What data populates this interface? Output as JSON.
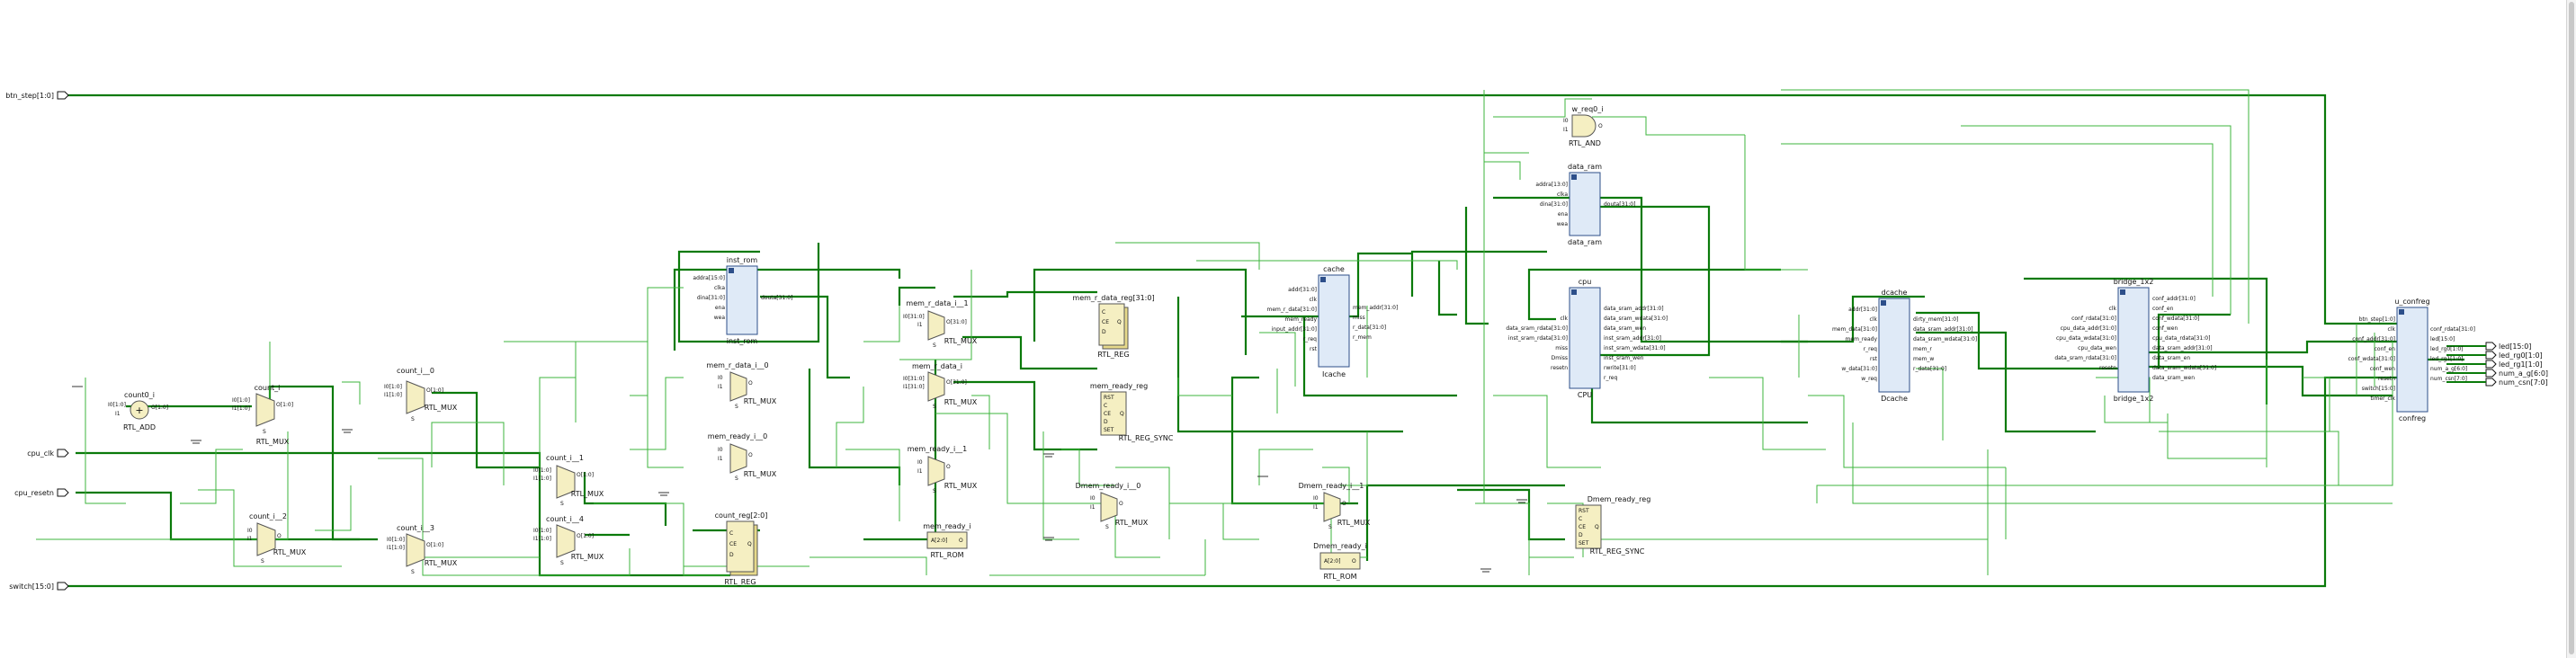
{
  "colors": {
    "wire_bus": "#0a7a0a",
    "wire_net": "#3cb43c",
    "block_fill": "#dfeaf7",
    "block_stroke": "#2d4f8a",
    "prim_fill": "#f5efc2",
    "prim_stroke": "#555555",
    "port_fill": "#ffffff"
  },
  "ports": {
    "btn_step": "btn_step[1:0]",
    "cpu_clk": "cpu_clk",
    "cpu_resetn": "cpu_resetn",
    "switch": "switch[15:0]",
    "led": "led[15:0]",
    "led_rg0": "led_rg0[1:0]",
    "led_rg1": "led_rg1[1:0]",
    "num_a_g": "num_a_g[6:0]",
    "num_csn": "num_csn[7:0]"
  },
  "cells": {
    "count0": {
      "inst": "count0_i",
      "type": "RTL_ADD",
      "pins": [
        "I0[1:0]",
        "I1",
        "O[1:0]"
      ]
    },
    "count": {
      "inst": "count_i",
      "type": "RTL_MUX",
      "pins": [
        "I0[1:0]",
        "I1[1:0]",
        "S",
        "O[1:0]"
      ]
    },
    "count_i_0": {
      "inst": "count_i__0",
      "type": "RTL_MUX",
      "pins": [
        "I0[1:0]",
        "I1[1:0]",
        "S",
        "O[1:0]"
      ]
    },
    "count_i_1": {
      "inst": "count_i__1",
      "type": "RTL_MUX",
      "pins": [
        "I0[1:0]",
        "I1[1:0]",
        "S",
        "O[1:0]"
      ]
    },
    "count_i_2": {
      "inst": "count_i__2",
      "type": "RTL_MUX",
      "pins": [
        "I0",
        "I1",
        "S",
        "O"
      ]
    },
    "count_i_3": {
      "inst": "count_i__3",
      "type": "RTL_MUX",
      "pins": [
        "I0[1:0]",
        "I1[1:0]",
        "S",
        "O[1:0]"
      ]
    },
    "count_i_4": {
      "inst": "count_i__4",
      "type": "RTL_MUX",
      "pins": [
        "I0[1:0]",
        "I1[1:0]",
        "S",
        "O[1:0]"
      ]
    },
    "count_reg": {
      "inst": "count_reg[2:0]",
      "type": "RTL_REG",
      "pins": [
        "C",
        "CE",
        "D",
        "Q"
      ]
    },
    "inst_rom": {
      "inst": "inst_rom",
      "type": "inst_rom",
      "pins": [
        "addra[15:0]",
        "clka",
        "dina[31:0]",
        "ena",
        "wea",
        "douta[31:0]"
      ]
    },
    "mem_r_data_i_0": {
      "inst": "mem_r_data_i__0",
      "type": "RTL_MUX",
      "pins": [
        "I0",
        "I1",
        "S",
        "O"
      ]
    },
    "mem_ready_i_0": {
      "inst": "mem_ready_i__0",
      "type": "RTL_MUX",
      "pins": [
        "I0",
        "I1",
        "S",
        "O"
      ]
    },
    "mem_r_data_i_1": {
      "inst": "mem_r_data_i__1",
      "type": "RTL_MUX",
      "pins": [
        "I0[31:0]",
        "I1",
        "S",
        "O[31:0]"
      ]
    },
    "mem_r_data_i": {
      "inst": "mem_r_data_i",
      "type": "RTL_MUX",
      "pins": [
        "I0[31:0]",
        "I1[31:0]",
        "S",
        "O[31:0]"
      ]
    },
    "mem_ready_i_1": {
      "inst": "mem_ready_i__1",
      "type": "RTL_MUX",
      "pins": [
        "I0",
        "I1",
        "S",
        "O"
      ]
    },
    "mem_ready_i": {
      "inst": "mem_ready_i",
      "type": "RTL_ROM",
      "pins": [
        "A[2:0]",
        "O"
      ]
    },
    "mem_r_data_reg": {
      "inst": "mem_r_data_reg[31:0]",
      "type": "RTL_REG",
      "pins": [
        "C",
        "CE",
        "D",
        "Q"
      ]
    },
    "mem_ready_reg": {
      "inst": "mem_ready_reg",
      "type": "RTL_REG_SYNC",
      "pins": [
        "RST",
        "C",
        "CE",
        "D",
        "SET",
        "Q"
      ]
    },
    "Dmem_ready_i_0": {
      "inst": "Dmem_ready_i__0",
      "type": "RTL_MUX",
      "pins": [
        "I0",
        "I1",
        "S",
        "O"
      ]
    },
    "Dmem_ready_i_1": {
      "inst": "Dmem_ready_i__1",
      "type": "RTL_MUX",
      "pins": [
        "I0",
        "I1",
        "S",
        "O"
      ]
    },
    "Dmem_ready_i": {
      "inst": "Dmem_ready_i",
      "type": "RTL_ROM",
      "pins": [
        "A[2:0]",
        "O"
      ]
    },
    "Dmem_ready_reg": {
      "inst": "Dmem_ready_reg",
      "type": "RTL_REG_SYNC",
      "pins": [
        "RST",
        "C",
        "CE",
        "D",
        "SET",
        "Q"
      ]
    },
    "icache": {
      "inst": "cache",
      "type": "Icache",
      "pins": [
        "addr[31:0]",
        "clk",
        "mem_r_data[31:0]",
        "mem_ready",
        "input_addr[31:0]",
        "r_req",
        "rst",
        "mem_addr[31:0]",
        "miss",
        "r_data[31:0]",
        "r_mem"
      ]
    },
    "data_ram": {
      "inst": "data_ram",
      "type": "data_ram",
      "pins": [
        "addra[13:0]",
        "clka",
        "dina[31:0]",
        "ena",
        "wea",
        "douta[31:0]"
      ]
    },
    "w_req0": {
      "inst": "w_req0_i",
      "type": "RTL_AND",
      "pins": [
        "I0",
        "I1",
        "O"
      ]
    },
    "cpu": {
      "inst": "cpu",
      "type": "CPU",
      "pins": [
        "clk",
        "data_sram_rdata[31:0]",
        "inst_sram_rdata[31:0]",
        "miss",
        "Dmiss",
        "resetn",
        "data_sram_addr[31:0]",
        "data_sram_wdata[31:0]",
        "data_sram_wen",
        "inst_sram_addr[31:0]",
        "inst_sram_wdata[31:0]",
        "inst_sram_wen",
        "rwrite[31:0]",
        "r_req"
      ]
    },
    "dcache": {
      "inst": "dcache",
      "type": "Dcache",
      "pins": [
        "addr[31:0]",
        "clk",
        "mem_data[31:0]",
        "mem_ready",
        "r_req",
        "rst",
        "w_data[31:0]",
        "w_req",
        "dirty_mem[31:0]",
        "data_sram_addr[31:0]",
        "data_sram_wdata[31:0]",
        "mem_r",
        "mem_w",
        "r_data[31:0]"
      ]
    },
    "bridge": {
      "inst": "bridge_1x2",
      "type": "bridge_1x2",
      "pins": [
        "clk",
        "conf_rdata[31:0]",
        "cpu_data_addr[31:0]",
        "cpu_data_wdata[31:0]",
        "cpu_data_wen",
        "data_sram_rdata[31:0]",
        "resetn",
        "conf_addr[31:0]",
        "conf_en",
        "conf_wdata[31:0]",
        "conf_wen",
        "cpu_data_rdata[31:0]",
        "data_sram_addr[31:0]",
        "data_sram_en",
        "data_sram_wdata[31:0]",
        "data_sram_wen"
      ]
    },
    "confreg": {
      "inst": "u_confreg",
      "type": "confreg",
      "pins": [
        "btn_step[1:0]",
        "clk",
        "conf_addr[31:0]",
        "conf_en",
        "conf_wdata[31:0]",
        "conf_wen",
        "resetn",
        "switch[15:0]",
        "timer_clk",
        "conf_rdata[31:0]",
        "led[15:0]",
        "led_rg0[1:0]",
        "led_rg1[1:0]",
        "num_a_g[6:0]",
        "num_csn[7:0]"
      ]
    }
  }
}
